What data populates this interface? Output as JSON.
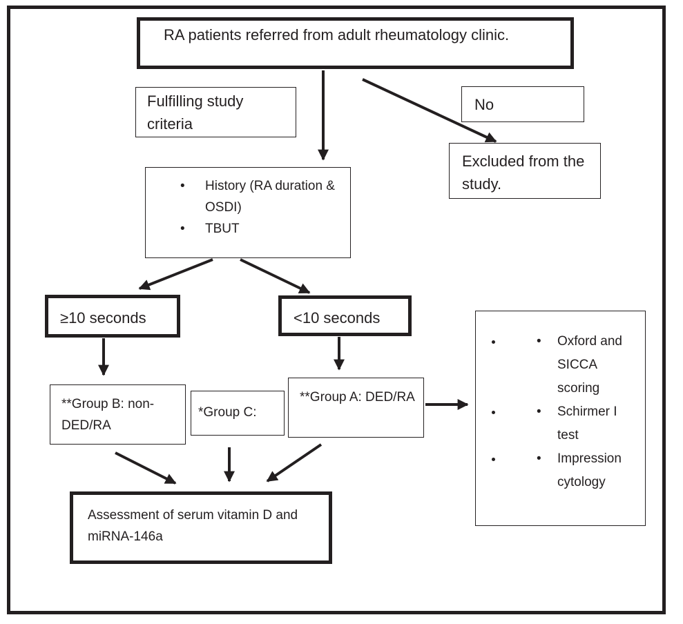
{
  "nodes": {
    "referral": "RA patients referred from adult rheumatology clinic.",
    "fulfilling": "Fulfilling study criteria",
    "no": "No",
    "excluded": "Excluded from the study.",
    "history_items": [
      "History (RA duration & OSDI)",
      "TBUT"
    ],
    "ge10": "≥10 seconds",
    "lt10": "<10 seconds",
    "groupB": "**Group B: non-DED/RA",
    "groupC": "*Group C:",
    "groupA": "**Group A: DED/RA",
    "tests_items": [
      "Oxford and SICCA scoring",
      "Schirmer I test",
      "Impression cytology"
    ],
    "assessment": "Assessment of serum vitamin D and miRNA-146a"
  },
  "edges": [
    {
      "from": "referral",
      "to": "history"
    },
    {
      "from": "referral",
      "to": "excluded"
    },
    {
      "from": "history",
      "to": "ge10"
    },
    {
      "from": "history",
      "to": "lt10"
    },
    {
      "from": "ge10",
      "to": "groupB"
    },
    {
      "from": "lt10",
      "to": "groupA"
    },
    {
      "from": "groupA",
      "to": "tests"
    },
    {
      "from": "groupB",
      "to": "assessment"
    },
    {
      "from": "groupC",
      "to": "assessment"
    },
    {
      "from": "groupA",
      "to": "assessment"
    }
  ],
  "colors": {
    "stroke": "#231f20",
    "background": "#ffffff"
  }
}
